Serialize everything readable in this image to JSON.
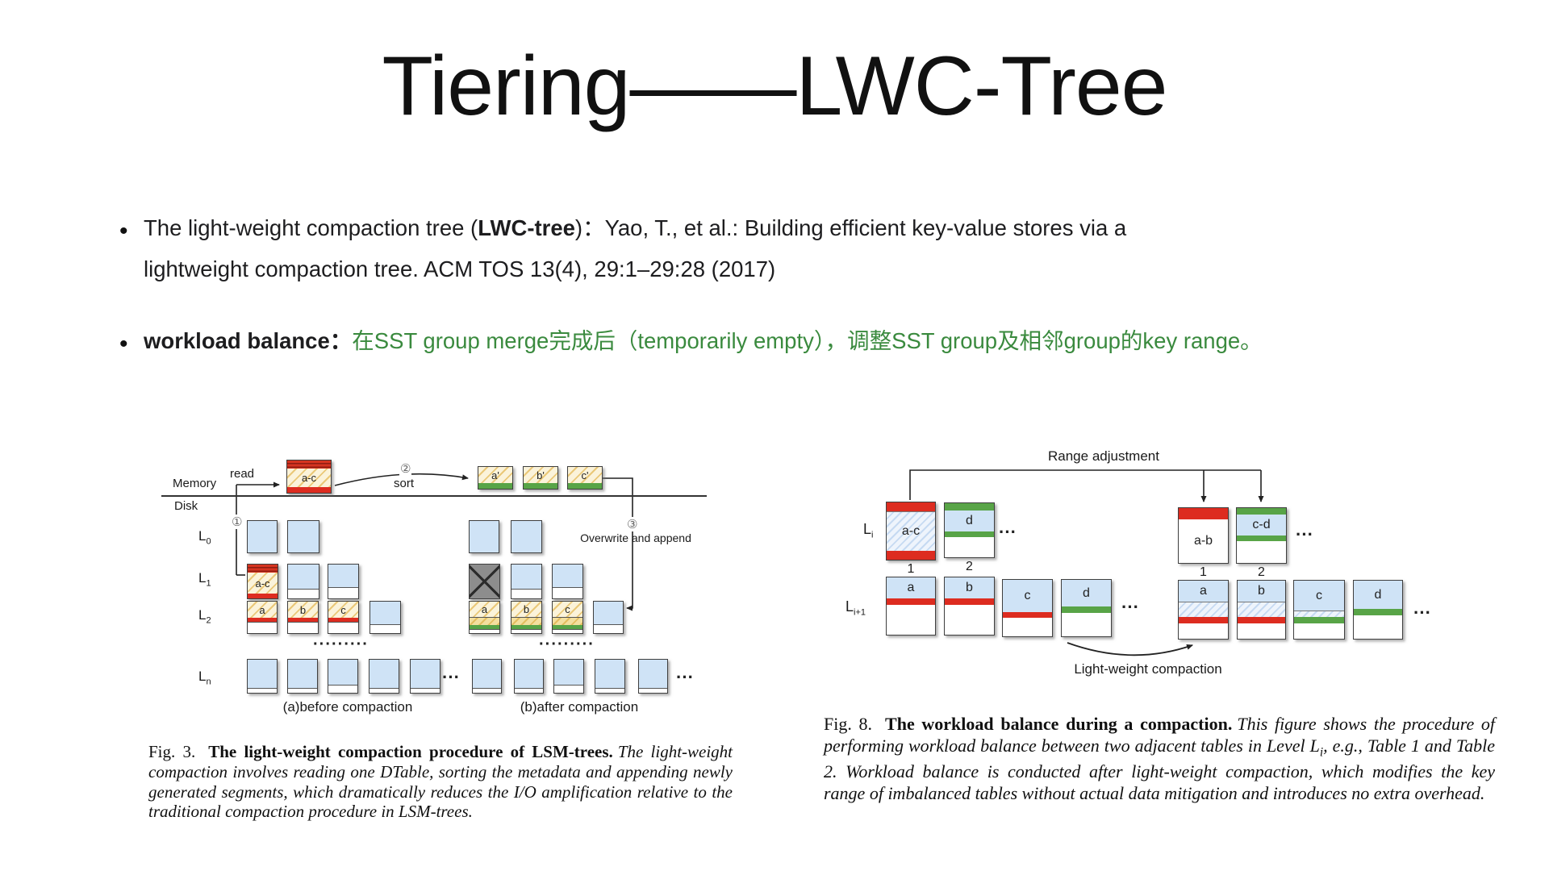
{
  "slide": {
    "title": "Tiering——LWC-Tree",
    "bullet_glyph": "•",
    "bullet1": {
      "pre": "The light-weight compaction tree (",
      "bold": "LWC-tree",
      "mid": ")：Yao, T., et al.: Building efficient key-value stores via a",
      "line2": "lightweight compaction tree. ACM TOS 13(4), 29:1–29:28 (2017)"
    },
    "bullet2": {
      "bold": "workload balance",
      "colon": "：",
      "green": "在SST group merge完成后（temporarily empty），调整SST group及相邻group的key range。"
    }
  },
  "colors": {
    "green_text": "#3a8a3e",
    "box_blue": "#cfe3f6",
    "red": "#dd2c20",
    "green": "#58a447"
  },
  "fig3": {
    "read_label": "read",
    "memory_label": "Memory",
    "disk_label": "Disk",
    "step1": "①",
    "step2": "②",
    "step3": "③",
    "sort_label": "sort",
    "overwrite_label": "Overwrite and append",
    "mem_table": "a-c",
    "sorted_tables": [
      "a'",
      "b'",
      "c'"
    ],
    "levels": [
      {
        "base": "L",
        "sub": "0"
      },
      {
        "base": "L",
        "sub": "1"
      },
      {
        "base": "L",
        "sub": "2"
      },
      {
        "base": "L",
        "sub": "n"
      }
    ],
    "l1_table": "a-c",
    "l2_before": [
      "a",
      "b",
      "c"
    ],
    "l2_after": [
      "a",
      "b",
      "c"
    ],
    "dots": "·········",
    "ellipsis": "···",
    "caption_a": "(a)before compaction",
    "caption_b": "(b)after compaction"
  },
  "caption3": {
    "tag": "Fig. 3.",
    "title": "The light-weight compaction procedure of LSM-trees.",
    "body": "The light-weight compaction involves reading one DTable, sorting the metadata and appending newly generated segments, which dramatically reduces the I/O amplification relative to the traditional compaction procedure in LSM-trees."
  },
  "fig8": {
    "range_label": "Range adjustment",
    "lwc_label": "Light-weight compaction",
    "li": {
      "base": "L",
      "sub": "i"
    },
    "li1": {
      "base": "L",
      "sub": "i+1"
    },
    "top_left": [
      {
        "label": "a-c",
        "num": "1"
      },
      {
        "label": "d",
        "num": "2"
      }
    ],
    "top_right": [
      {
        "label": "a-b",
        "num": "1"
      },
      {
        "label": "c-d",
        "num": "2"
      }
    ],
    "bottom_left": [
      "a",
      "b",
      "c",
      "d"
    ],
    "bottom_right": [
      "a",
      "b",
      "c",
      "d"
    ],
    "ellipsis": "···"
  },
  "caption8": {
    "tag": "Fig. 8.",
    "title": "The workload balance during a compaction.",
    "body1": "This figure shows the procedure of performing workload balance between two adjacent tables in Level L",
    "sub": "i",
    "body2": ", e.g., Table 1 and Table 2. Workload balance is conducted after light-weight compaction, which modifies the key range of imbalanced tables without actual data mitigation and introduces no extra overhead."
  }
}
